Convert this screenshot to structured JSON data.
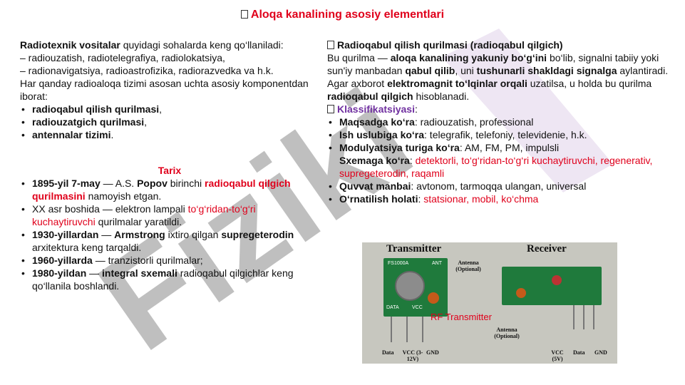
{
  "title": "Aloqa kanalining asosiy elementlari",
  "watermark": "Fiziki",
  "left": {
    "intro_bold": "Radiotexnik vositalar",
    "intro_rest": " quyidagi sohalarda keng qo‘llaniladi:",
    "line1": "– radiouzatish, radiotelegrafiya, radiolokatsiya,",
    "line2": "– radionavigatsiya, radioastrofizika, radiorazvedka va h.k.",
    "line3": "Har qanday radioaloqa tizimi asosan uchta asosiy komponentdan iborat:",
    "components": [
      {
        "text": "radioqabul qilish qurilmasi",
        "punct": ","
      },
      {
        "text": "radiouzatgich qurilmasi",
        "punct": ","
      },
      {
        "text": "antennalar tizimi",
        "punct": "."
      }
    ],
    "history_heading": "Tarix",
    "history": {
      "h1_date": "1895-yil 7-may",
      "h1_a": " — A.S. ",
      "h1_name": "Popov",
      "h1_b": " birinchi ",
      "h1_red": "radioqabul qilgich qurilmasini",
      "h1_c": " namoyish etgan.",
      "h2_a": "XX asr boshida — elektron lampali ",
      "h2_red": "to‘g‘ridan-to‘g‘ri kuchaytiruvchi",
      "h2_b": " qurilmalar yaratildi.",
      "h3_date": "1930-yillardan",
      "h3_a": " — ",
      "h3_name": "Armstrong",
      "h3_b": " ixtiro qilgan ",
      "h3_bold": "supregeterodin",
      "h3_c": " arxitektura keng tarqaldi.",
      "h4_date": "1960-yillarda",
      "h4_a": " — tranzistorli qurilmalar;",
      "h5_date": "1980-yildan",
      "h5_a": " — ",
      "h5_bold": "integral sxemali",
      "h5_b": " radioqabul qilgichlar keng qo‘llanila boshlandi."
    }
  },
  "right": {
    "heading": "Radioqabul qilish qurilmasi (radioqabul qilgich)",
    "p1_a": "Bu qurilma — ",
    "p1_b": "aloqa kanalining yakuniy bo‘g‘ini",
    "p1_c": " bo‘lib, signalni tabiiy yoki sun'iy manbadan ",
    "p1_d": "qabul qilib",
    "p1_e": ", uni ",
    "p1_f": "tushunarli shakldagi signalga",
    "p1_g": " aylantiradi.",
    "p2_a": "Agar axborot ",
    "p2_b": "elektromagnit to‘lqinlar orqali",
    "p2_c": " uzatilsa, u holda bu qurilma ",
    "p2_d": "radioqabul qilgich",
    "p2_e": " hisoblanadi.",
    "class_heading": "Klassifikatsiyasi",
    "class_colon": ":",
    "items": {
      "i1_b": "Maqsadga ko‘ra",
      "i1_t": ": radiouzatish, professional",
      "i2_b": "Ish uslubiga ko‘ra",
      "i2_t": ": telegrafik, telefoniy, televidenie, h.k.",
      "i3_b": "Modulyatsiya turiga ko‘ra",
      "i3_t": ": AM, FM, PM, impulsli",
      "i3b_b": "Sxemaga ko‘ra",
      "i3b_c": ": ",
      "i3b_red": "detektorli, to‘g‘ridan-to‘g‘ri kuchaytiruvchi, regenerativ, supregeterodin, raqamli",
      "i4_b": "Quvvat manbai",
      "i4_t": ": avtonom, tarmoqqa ulangan, universal",
      "i5_b": "O‘rnatilish holati",
      "i5_c": ": ",
      "i5_red": "statsionar, mobil, ko‘chma"
    }
  },
  "figure": {
    "transmitter": "Transmitter",
    "receiver": "Receiver",
    "antenna_opt": "Antenna (Optional)",
    "chip_label": "FS1000A",
    "ant_label": "ANT",
    "data_label": "DATA",
    "vcc_label": "VCC",
    "tx_pins": [
      "Data",
      "VCC (3-12V)",
      "GND"
    ],
    "rx_pins": [
      "VCC (5V)",
      "Data",
      "GND"
    ],
    "overlay": "RF Transmitter"
  }
}
